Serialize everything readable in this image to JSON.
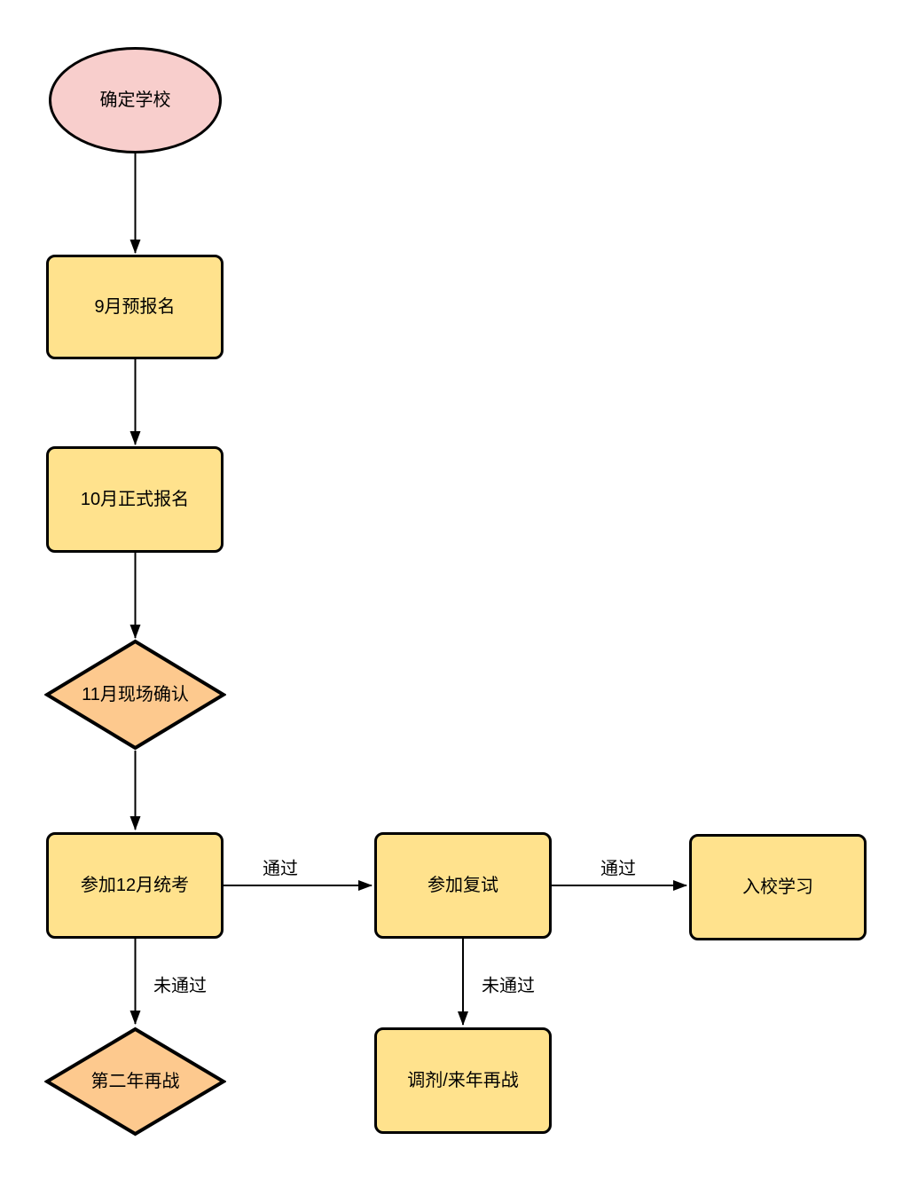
{
  "diagram": {
    "nodes": {
      "start": {
        "label": "确定学校",
        "shape": "ellipse"
      },
      "pre_register": {
        "label": "9月预报名",
        "shape": "rect"
      },
      "formal_register": {
        "label": "10月正式报名",
        "shape": "rect"
      },
      "onsite_confirm": {
        "label": "11月现场确认",
        "shape": "diamond"
      },
      "december_exam": {
        "label": "参加12月统考",
        "shape": "rect"
      },
      "retest": {
        "label": "参加复试",
        "shape": "rect"
      },
      "enroll": {
        "label": "入校学习",
        "shape": "rect"
      },
      "retry_next_year": {
        "label": "第二年再战",
        "shape": "diamond"
      },
      "adjust_or_retry": {
        "label": "调剂/来年再战",
        "shape": "rect"
      }
    },
    "edges": {
      "exam_to_retest": {
        "label": "通过"
      },
      "retest_to_enroll": {
        "label": "通过"
      },
      "exam_to_retry": {
        "label": "未通过"
      },
      "retest_to_adjust": {
        "label": "未通过"
      }
    },
    "colors": {
      "background": "#ffffff",
      "stroke": "#000000",
      "ellipse_fill": "#f8cecc",
      "rect_fill": "#ffe28d",
      "diamond_fill": "#fdc98e"
    }
  }
}
